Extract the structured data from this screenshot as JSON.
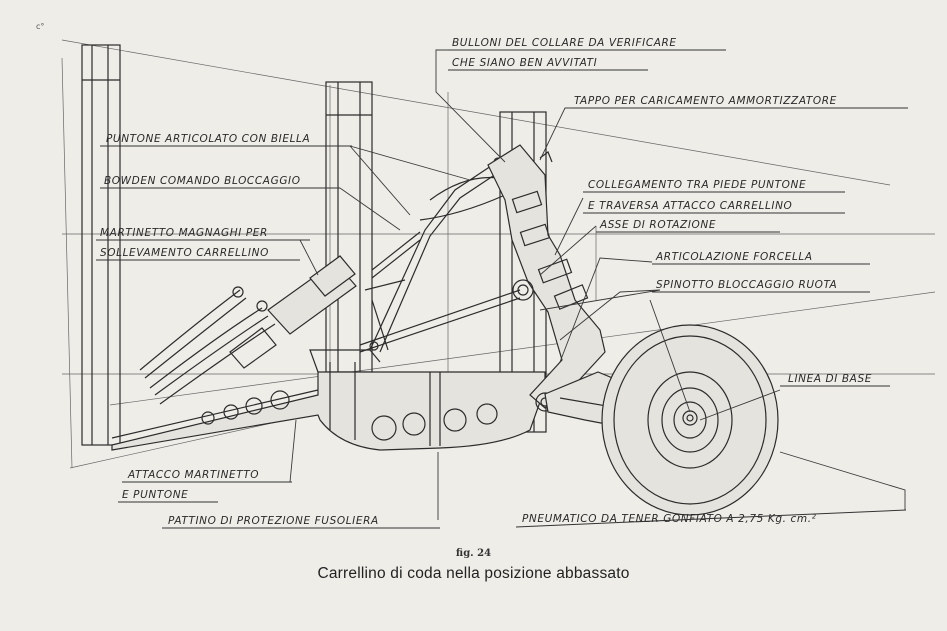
{
  "corner_mark": "c°",
  "labels": {
    "bulloni_line1": "BULLONI DEL COLLARE DA VERIFICARE",
    "bulloni_line2": "CHE SIANO BEN AVVITATI",
    "tappo": "TAPPO PER CARICAMENTO AMMORTIZZATORE",
    "puntone": "PUNTONE ARTICOLATO CON BIELLA",
    "bowden": "BOWDEN COMANDO BLOCCAGGIO",
    "collegamento_line1": "COLLEGAMENTO TRA PIEDE PUNTONE",
    "collegamento_line2": "E TRAVERSA ATTACCO CARRELLINO",
    "asse": "ASSE DI ROTAZIONE",
    "martinetto_line1": "MARTINETTO MAGNAGHI PER",
    "martinetto_line2": "SOLLEVAMENTO CARRELLINO",
    "articolazione": "ARTICOLAZIONE  FORCELLA",
    "spinotto": "SPINOTTO BLOCCAGGIO RUOTA",
    "linea_base": "LINEA DI BASE",
    "attacco_line1": "ATTACCO  MARTINETTO",
    "attacco_line2": "E  PUNTONE",
    "pattino": "PATTINO DI PROTEZIONE FUSOLIERA",
    "pneumatico": "PNEUMATICO DA TENER GONFIATO A  2,75 Kg. cm.²"
  },
  "caption": {
    "fig_number": "fig. 24",
    "title": "Carrellino di coda nella posizione abbassato"
  }
}
